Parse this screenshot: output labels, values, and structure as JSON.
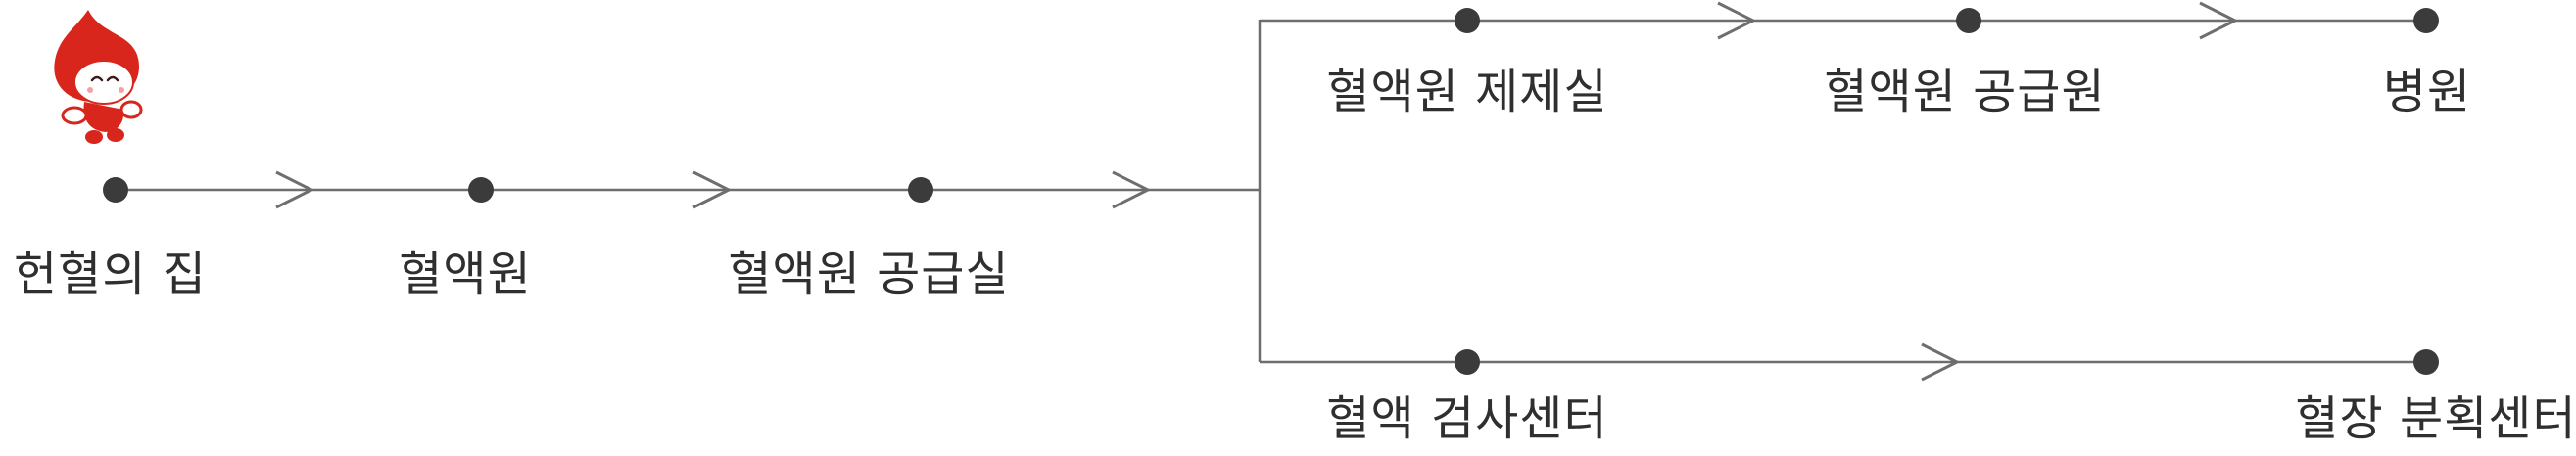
{
  "mascot": {
    "icon": "blood-drop-mascot-icon",
    "body_color": "#d9261c",
    "face_color": "#ffffff"
  },
  "colors": {
    "line": "#6e6e6e",
    "node": "#3b3b3b",
    "text": "#2f2f2f"
  },
  "nodes": {
    "donor_home": "헌혈의 집",
    "blood_center": "혈액원",
    "blood_supply_room": "혈액원 공급실",
    "blood_processing_room": "혈액원 제제실",
    "blood_supply_staff": "혈액원 공급원",
    "hospital": "병원",
    "blood_testing_center": "혈액 검사센터",
    "plasma_fractionation_center": "혈장 분획센터"
  }
}
